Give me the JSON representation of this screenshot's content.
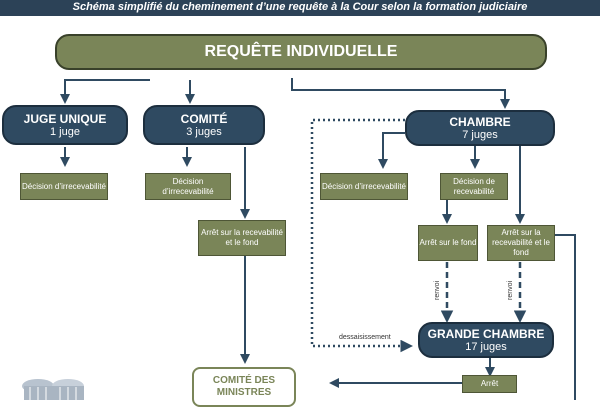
{
  "banner": "Schéma simplifié du cheminement d’une requête à la Cour selon la formation judiciaire",
  "root": "REQUÊTE INDIVIDUELLE",
  "juge_unique": {
    "title": "JUGE UNIQUE",
    "sub": "1 juge"
  },
  "comite": {
    "title": "COMITÉ",
    "sub": "3 juges"
  },
  "chambre": {
    "title": "CHAMBRE",
    "sub": "7 juges"
  },
  "grande_chambre": {
    "title": "GRANDE CHAMBRE",
    "sub": "17 juges"
  },
  "decision_irrecevabilite": "Décision d’irrecevabilité",
  "decision_irrecevabilite_comite": "Décision d’irrecevabilité",
  "decision_irrecevabilite_chambre": "Décision d’irrecevabilité",
  "decision_de_recevabilite": "Décision de recevabilité",
  "arret_comite": "Arrêt sur la recevabilité et le fond",
  "arret_fond": "Arrêt sur le fond",
  "arret_recev_fond": "Arrêt sur la recevabilité et le fond",
  "renvoi_1": "renvoi",
  "renvoi_2": "renvoi",
  "dessaisissement": "dessaisissement",
  "arret_gc": "Arrêt",
  "comite_ministres": "COMITÉ DES MINISTRES"
}
